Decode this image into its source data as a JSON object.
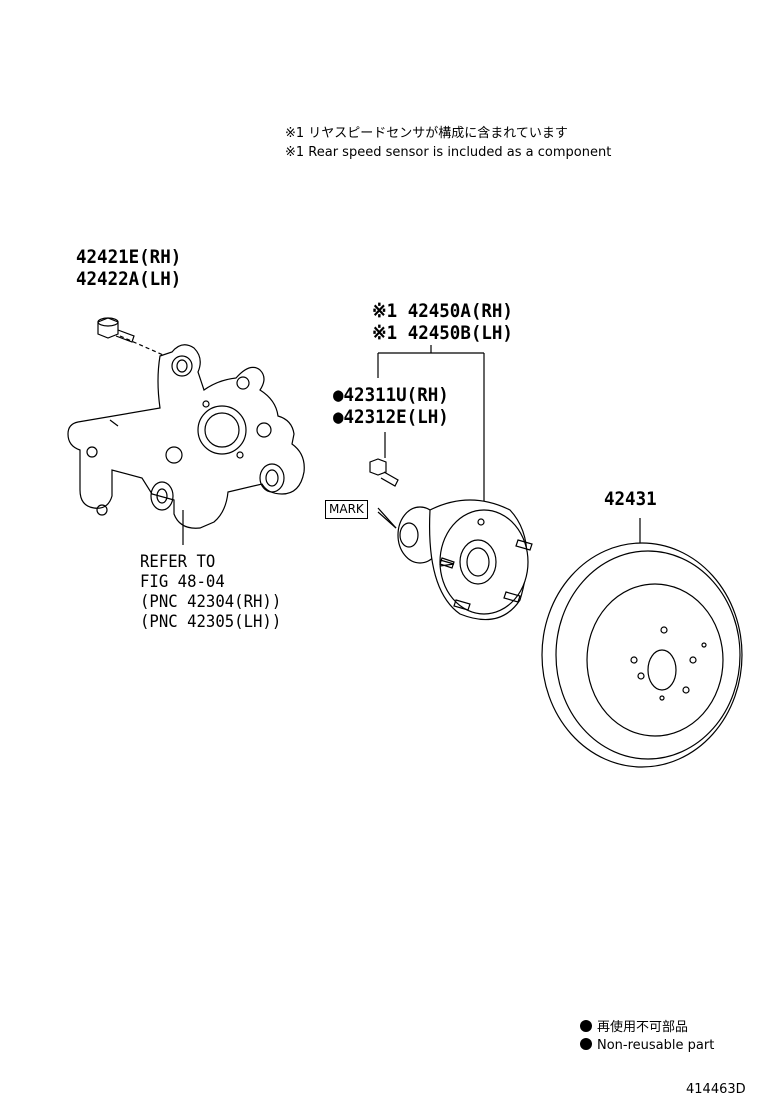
{
  "notes": {
    "line_jp": "※1 リヤスピードセンサが構成に含まれています",
    "line_en": "※1 Rear speed sensor is included as a component"
  },
  "parts": {
    "bolt_rh": "42421E(RH)",
    "bolt_lh": "42422A(LH)",
    "hub_rh": "※1 42450A(RH)",
    "hub_lh": "※1 42450B(LH)",
    "stud_rh": "●42311U(RH)",
    "stud_lh": "●42312E(LH)",
    "disc": "42431"
  },
  "refer": {
    "line1": "REFER TO",
    "line2": "FIG 48-04",
    "line3": "(PNC 42304(RH))",
    "line4": "(PNC 42305(LH))"
  },
  "mark_label": "MARK",
  "legend": {
    "jp": "再使用不可部品",
    "en": "Non-reusable part"
  },
  "figure_id": "414463D"
}
